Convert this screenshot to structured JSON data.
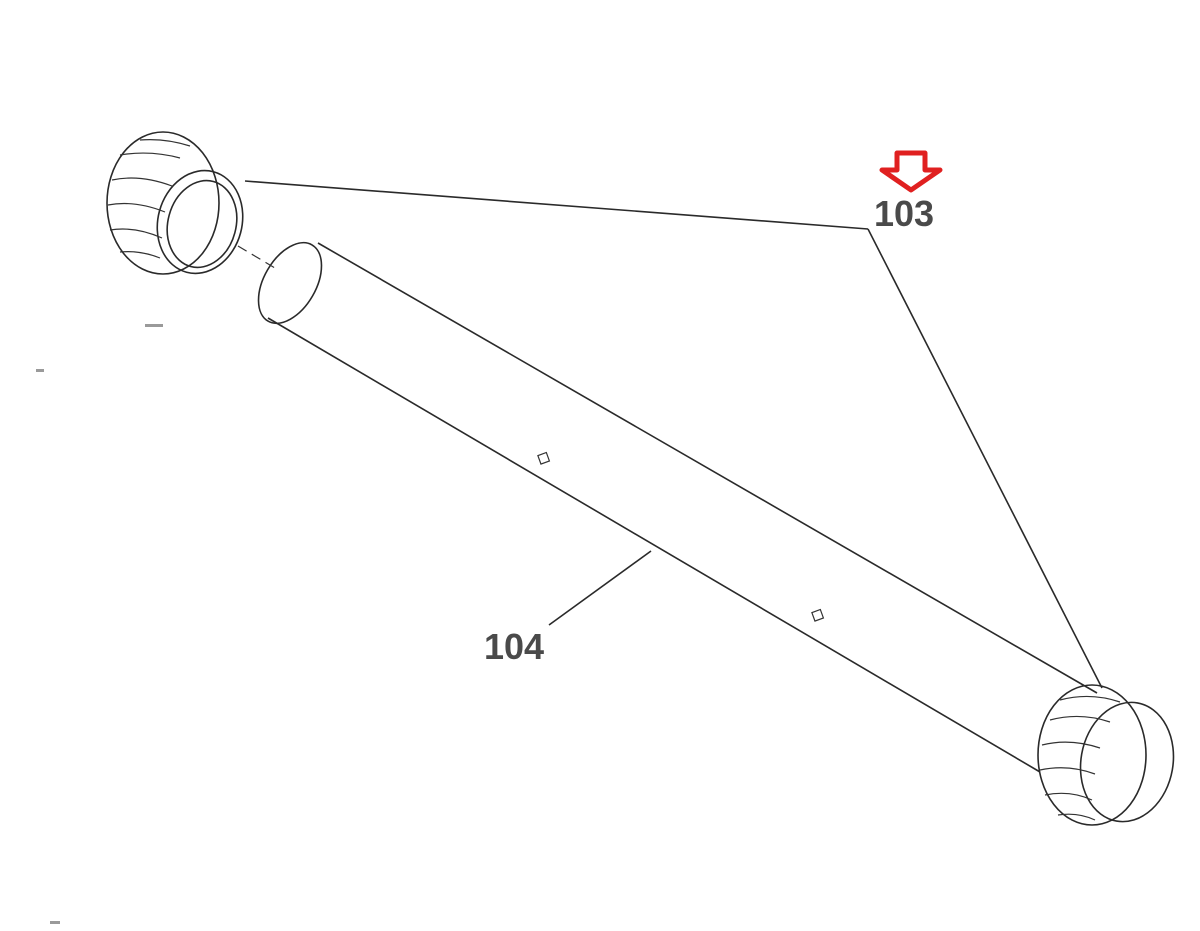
{
  "parts": [
    {
      "id": "part-103",
      "label": "103",
      "description_hidden": ""
    },
    {
      "id": "part-104",
      "label": "104"
    }
  ],
  "colors": {
    "line": "#2a2a2a",
    "label_text": "#4a4a4a",
    "arrow": "#e02020",
    "background": "#ffffff"
  },
  "icons": {
    "highlight_marker": "down-arrow-icon"
  }
}
